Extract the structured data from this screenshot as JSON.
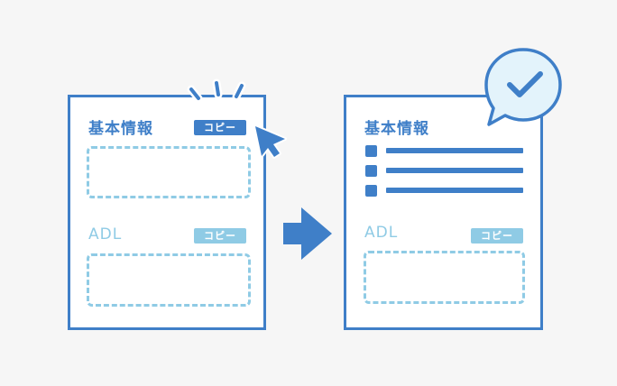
{
  "before_card": {
    "basic_info": {
      "title": "基本情報",
      "copy_label": "コピー"
    },
    "adl": {
      "title": "ADL",
      "copy_label": "コピー"
    }
  },
  "after_card": {
    "basic_info": {
      "title": "基本情報",
      "filled_rows": 3
    },
    "adl": {
      "title": "ADL",
      "copy_label": "コピー"
    }
  },
  "icons": [
    "cursor-arrow-icon",
    "click-burst-icon",
    "right-arrow-icon",
    "checkmark-bubble-icon",
    "list-bullet-icon"
  ],
  "colors": {
    "background": "#f6f6f6",
    "primary_blue": "#3f7fc8",
    "light_blue": "#8fcbe5",
    "bubble_fill": "#e3f3fb"
  }
}
